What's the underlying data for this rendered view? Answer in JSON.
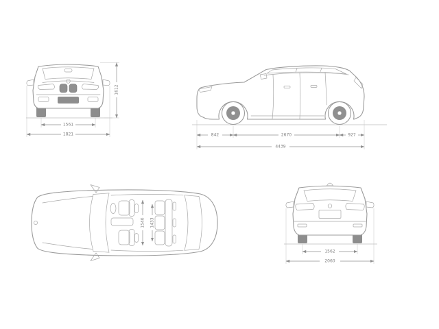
{
  "page": {
    "background_color": "#ffffff",
    "line_color": "#9b9b9b",
    "dimension_color": "#8a8a8a",
    "description": "Vehicle dimensions blueprint, four orthographic views of a compact SUV"
  },
  "views": {
    "front": {
      "name": "Front view",
      "height": "1612",
      "track_width": "1561",
      "overall_width": "1821"
    },
    "side": {
      "name": "Side view",
      "front_overhang": "842",
      "wheelbase": "2670",
      "rear_overhang": "927",
      "overall_length": "4439"
    },
    "top": {
      "name": "Top view",
      "cabin_width_front": "1540",
      "cabin_width_rear": "1433"
    },
    "rear": {
      "name": "Rear view",
      "track_width": "1562",
      "overall_width_incl_mirrors": "2060"
    }
  }
}
